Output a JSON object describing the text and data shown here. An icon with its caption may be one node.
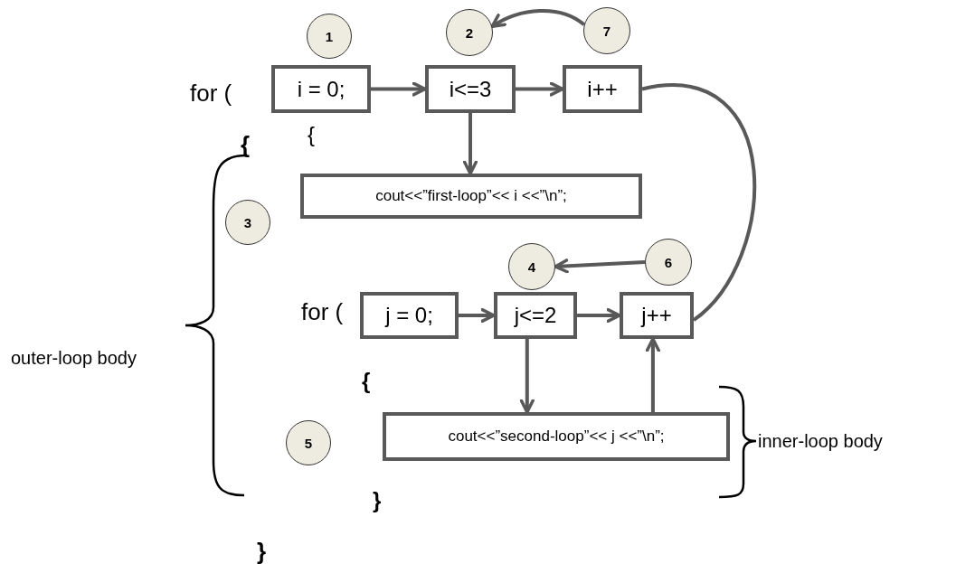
{
  "diagram": {
    "nodes": [
      {
        "text": [
          "i = 0;"
        ]
      },
      {
        "text": [
          "i<=3"
        ]
      },
      {
        "text": [
          "i++"
        ]
      },
      {
        "text": [
          "cout<<”first-loop”<< i <<”\\n”;"
        ]
      },
      {
        "text": [
          "j = 0;"
        ]
      },
      {
        "text": [
          "j<=2"
        ]
      },
      {
        "text": [
          "j++"
        ]
      },
      {
        "text": [
          "cout<<”second-loop”<< j <<”\\n”;"
        ]
      },
      {
        "text": [
          "1"
        ]
      },
      {
        "text": [
          "2"
        ]
      },
      {
        "text": [
          "7"
        ]
      },
      {
        "text": [
          "3"
        ]
      },
      {
        "text": [
          "4"
        ]
      },
      {
        "text": [
          "6"
        ]
      },
      {
        "text": [
          "5"
        ]
      }
    ],
    "edges": [
      {
        "from": 0,
        "to": 1,
        "arrow": "to"
      },
      {
        "from": 1,
        "to": 2,
        "arrow": "to"
      },
      {
        "from": 1,
        "to": 3,
        "arrow": "to"
      },
      {
        "from": 4,
        "to": 5,
        "arrow": "to"
      },
      {
        "from": 5,
        "to": 6,
        "arrow": "to"
      },
      {
        "from": 5,
        "to": 7,
        "arrow": "to"
      },
      {
        "from": 7,
        "to": 6,
        "arrow": "to"
      },
      {
        "from": 6,
        "to": 2,
        "arrow": "none"
      },
      {
        "from": 10,
        "to": 9,
        "arrow": "to"
      },
      {
        "from": 13,
        "to": 12,
        "arrow": "to"
      }
    ],
    "labels": [
      "for (",
      "{",
      "{",
      "for (",
      "outer-loop body",
      "{",
      "inner-loop body",
      "}",
      "}"
    ]
  }
}
